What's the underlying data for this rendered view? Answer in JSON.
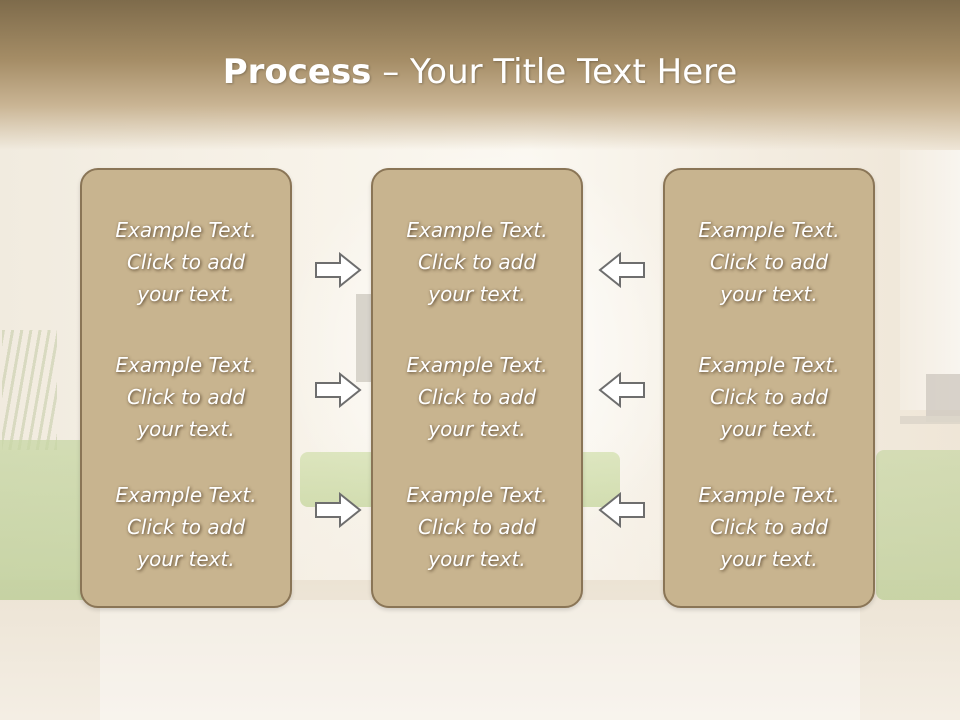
{
  "title": {
    "bold": "Process",
    "rest": " – Your Title Text Here"
  },
  "columns": [
    {
      "blocks": [
        {
          "lines": [
            "Example Text.",
            "Click  to add",
            "your text."
          ]
        },
        {
          "lines": [
            "Example Text.",
            "Click  to add",
            "your text."
          ]
        },
        {
          "lines": [
            "Example Text.",
            "Click  to add",
            "your text."
          ]
        }
      ]
    },
    {
      "blocks": [
        {
          "lines": [
            "Example Text.",
            "Click  to add",
            "your text."
          ]
        },
        {
          "lines": [
            "Example Text.",
            "Click  to add",
            "your text."
          ]
        },
        {
          "lines": [
            "Example Text.",
            "Click  to add",
            "your text."
          ]
        }
      ]
    },
    {
      "blocks": [
        {
          "lines": [
            "Example Text.",
            "Click  to add",
            "your text."
          ]
        },
        {
          "lines": [
            "Example Text.",
            "Click  to add",
            "your text."
          ]
        },
        {
          "lines": [
            "Example Text.",
            "Click  to add",
            "your text."
          ]
        }
      ]
    }
  ],
  "arrows": {
    "left_group": "arrow-right-icon",
    "right_group": "arrow-left-icon"
  },
  "colors": {
    "panel_fill": "#c8b48f",
    "panel_border": "#8a7556",
    "title_band": "#8c7854",
    "arrow_stroke": "#6e6e6e"
  }
}
